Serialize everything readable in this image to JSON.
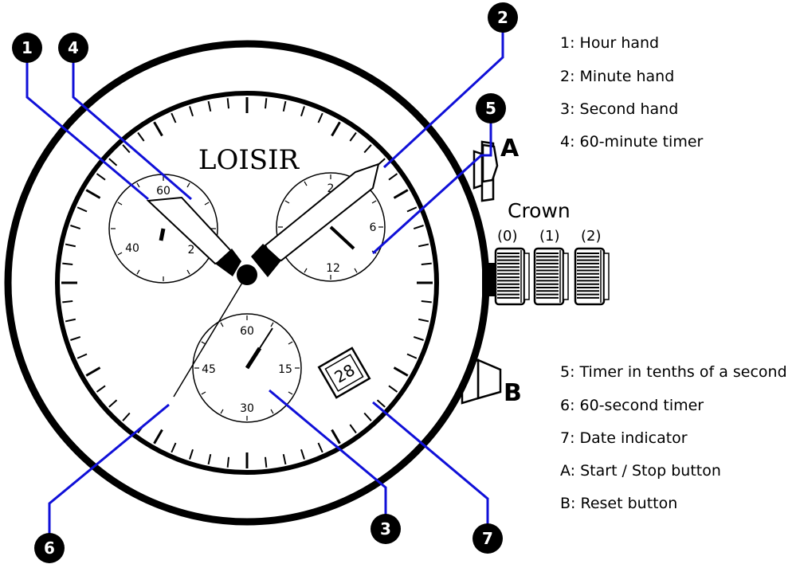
{
  "brand": "LOISIR",
  "legend_top": [
    "1: Hour hand",
    "2: Minute hand",
    "3: Second hand",
    "4: 60-minute timer"
  ],
  "legend_bottom": [
    "5: Timer in tenths of a second",
    "6: 60-second timer",
    "7: Date indicator",
    "A: Start / Stop button",
    "B: Reset button"
  ],
  "buttons": {
    "a": "A",
    "b": "B"
  },
  "crown": {
    "title": "Crown",
    "positions": [
      "(0)",
      "(1)",
      "(2)"
    ]
  },
  "callouts": [
    "1",
    "2",
    "3",
    "4",
    "5",
    "6",
    "7"
  ],
  "subdial_left": {
    "top": "60",
    "left": "40",
    "right": "2"
  },
  "subdial_right": {
    "top": "2",
    "right": "6",
    "bottom": "12"
  },
  "subdial_bottom": {
    "top": "60",
    "left": "45",
    "right": "15",
    "bottom": "30"
  },
  "date": "28",
  "colors": {
    "leader": "#1010d8",
    "ink": "#000000",
    "paper": "#ffffff"
  }
}
